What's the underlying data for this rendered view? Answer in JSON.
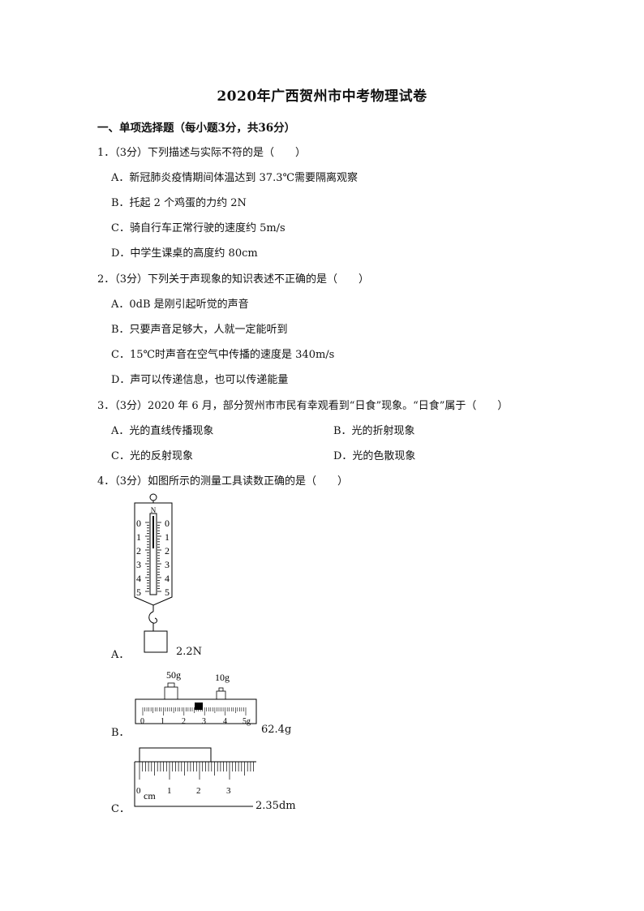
{
  "title": "2020年广西贺州市中考物理试卷",
  "section": "一、单项选择题（每小题3分，共36分）",
  "questions": [
    {
      "stem": "1．（3分）下列描述与实际不符的是（　　）",
      "options": [
        "A．新冠肺炎疫情期间体温达到 37.3℃需要隔离观察",
        "B．托起 2 个鸡蛋的力约 2N",
        "C．骑自行车正常行驶的速度约 5m/s",
        "D．中学生课桌的高度约 80cm"
      ]
    },
    {
      "stem": "2．（3分）下列关于声现象的知识表述不正确的是（　　）",
      "options": [
        "A．0dB 是刚引起听觉的声音",
        "B．只要声音足够大，人就一定能听到",
        "C．15℃时声音在空气中传播的速度是 340m/s",
        "D．声可以传递信息，也可以传递能量"
      ]
    },
    {
      "stem": "3．（3分）2020 年 6 月，部分贺州市市民有幸观看到“日食”现象。“日食”属于（　　）",
      "options": [
        "A．光的直线传播现象",
        "B．光的折射现象",
        "C．光的反射现象",
        "D．光的色散现象"
      ]
    },
    {
      "stem": "4．（3分）如图所示的测量工具读数正确的是（　　）",
      "options": [
        "A．",
        "B．",
        "C．"
      ]
    }
  ],
  "figures": {
    "spring_scale": {
      "top_letter": "N",
      "scale_left": [
        "0",
        "1",
        "2",
        "3",
        "4",
        "5"
      ],
      "scale_right": [
        "0",
        "1",
        "2",
        "3",
        "4",
        "5"
      ],
      "reading": "2.2N"
    },
    "balance": {
      "weight1": "50g",
      "weight2": "10g",
      "ticks": [
        "0",
        "1",
        "2",
        "3",
        "4",
        "5g"
      ],
      "reading": "62.4g"
    },
    "ruler": {
      "ticks": [
        "0",
        "1",
        "2",
        "3"
      ],
      "unit": "cm",
      "reading": "2.35dm"
    }
  }
}
